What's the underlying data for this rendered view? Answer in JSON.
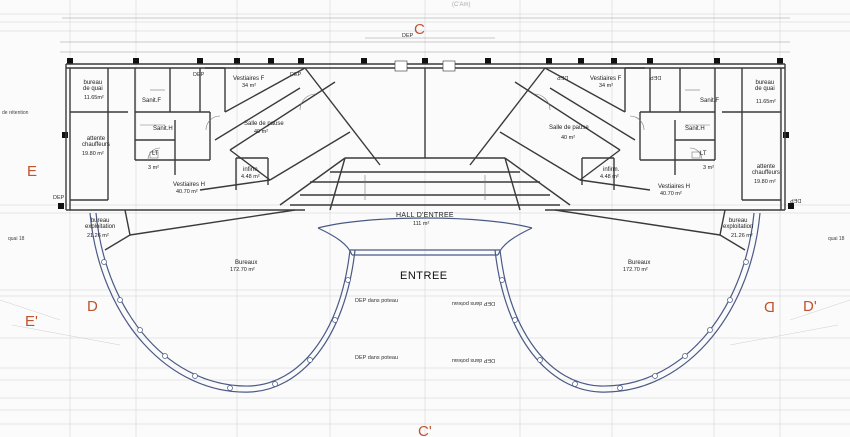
{
  "grid_labels": {
    "top": "C",
    "top_note": "(C'Am)",
    "left_e": "E",
    "left_e_prime": "E'",
    "left_d": "D",
    "right_d": "D",
    "right_d_prime": "D'",
    "bottom": "C'"
  },
  "side_notes": {
    "retention": "de rétention",
    "quai_left": "quai 18",
    "quai_right": "quai 18"
  },
  "center": {
    "hall": "HALL D'ENTREE",
    "hall_area": "111 m²",
    "entree": "ENTREE",
    "dep1": "DEP dans poteau",
    "dep2": "DEP dans poteau",
    "dep1_mirror": "DEP dans poteau",
    "dep2_mirror": "DEP dans poteau",
    "dep_top": "DEP"
  },
  "left": {
    "bureau_quai": "bureau\nde quai",
    "bureau_quai_area": "11.65m²",
    "sanit_f": "Sanit.F",
    "sanit_h": "Sanit.H",
    "lt": "LT",
    "wc_area": "3 m²",
    "attente": "attente\nchauffeurs",
    "attente_area": "19.80 m²",
    "vestiaires_f": "Vestiaires F",
    "vestiaires_f_area": "34 m²",
    "salle_pause": "Salle de pause",
    "salle_pause_area": "40 m²",
    "vestiaires_h": "Vestiaires H",
    "vestiaires_h_area": "40.70 m²",
    "infirm": "infirm.",
    "infirm_area": "4.48 m²",
    "dep_a": "DEP",
    "dep_b": "DEP",
    "dep_c": "DEP",
    "bureau_expl": "bureau\nexploitation",
    "bureau_expl_area": "21.26 m²",
    "bureaux": "Bureaux",
    "bureaux_area": "172.70 m²"
  },
  "right": {
    "bureau_quai": "bureau\nde quai",
    "bureau_quai_area": "11.65m²",
    "sanit_f": "Sanit.F",
    "sanit_h": "Sanit.H",
    "lt": "LT",
    "wc_area": "3 m²",
    "attente": "attente\nchauffeurs",
    "attente_area": "19.80 m²",
    "vestiaires_f": "Vestiaires F",
    "vestiaires_f_area": "34 m²",
    "salle_pause": "Salle de pause",
    "salle_pause_area": "40 m²",
    "vestiaires_h": "Vestiaires H",
    "vestiaires_h_area": "40.70 m²",
    "infirm": "infirm.",
    "infirm_area": "4.48 m²",
    "dep_a": "DEP",
    "dep_b": "DEP",
    "dep_c": "DEP",
    "bureau_expl": "bureau\nexploitation",
    "bureau_expl_area": "21.26 m²",
    "bureaux": "Bureaux",
    "bureaux_area": "172.70 m²"
  },
  "colors": {
    "wall": "#3a3a3a",
    "grid": "#b8b8b8",
    "curve": "#4a5a86",
    "axis_label": "#c0532c"
  }
}
